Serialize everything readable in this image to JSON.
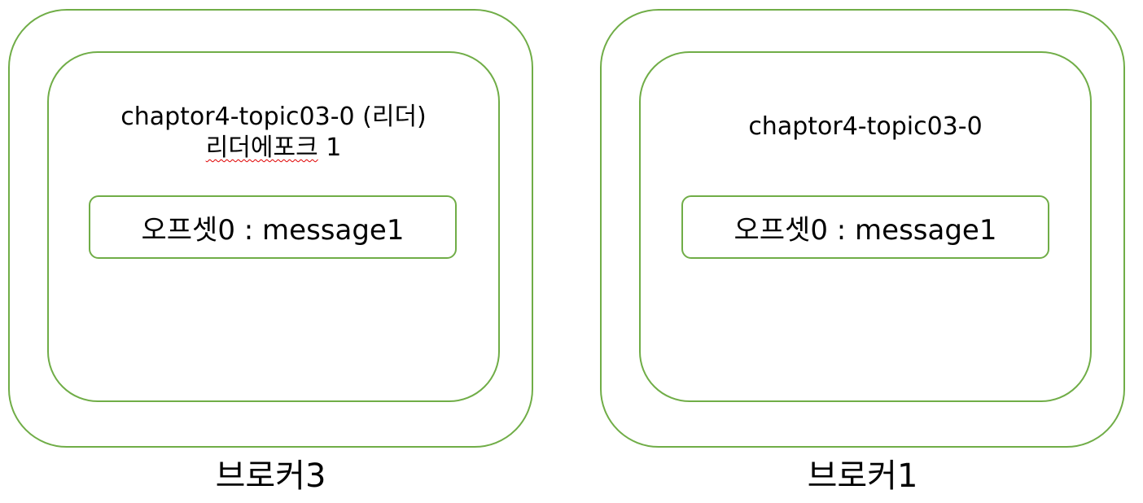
{
  "colors": {
    "outline": "#70ad47",
    "spellcheck_underline": "#e00000"
  },
  "brokers": [
    {
      "label": "브로커3",
      "partition": {
        "title_line1": "chaptor4-topic03-0 (리더)",
        "title_line2_word": "리더에포크",
        "title_line2_value": " 1",
        "record": "오프셋0 : message1"
      }
    },
    {
      "label": "브로커1",
      "partition": {
        "title_line1": "chaptor4-topic03-0",
        "record": "오프셋0 : message1"
      }
    }
  ]
}
